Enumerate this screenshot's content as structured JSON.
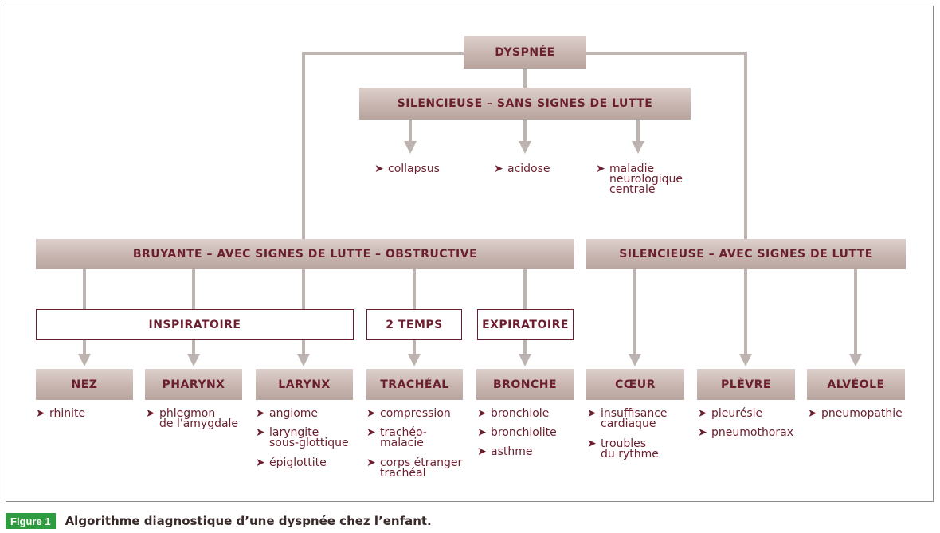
{
  "nodes": {
    "root": "DYSPNÉE",
    "silent_no_effort": "SILENCIEUSE – SANS SIGNES DE LUTTE",
    "noisy": "BRUYANTE – AVEC SIGNES DE LUTTE – OBSTRUCTIVE",
    "silent_effort": "SILENCIEUSE – AVEC SIGNES DE LUTTE",
    "inspiratory": "INSPIRATOIRE",
    "biphasic": "2 TEMPS",
    "expiratory": "EXPIRATOIRE",
    "nose": "NEZ",
    "pharynx": "PHARYNX",
    "larynx": "LARYNX",
    "tracheal": "TRACHÉAL",
    "bronchus": "BRONCHE",
    "heart": "CŒUR",
    "pleura": "PLÈVRE",
    "alveolus": "ALVÉOLE"
  },
  "items": {
    "silent_no_effort": [
      "collapsus",
      "acidose",
      "maladie\nneurologique\ncentrale"
    ],
    "nose": [
      "rhinite"
    ],
    "pharynx": [
      "phlegmon\nde l'amygdale"
    ],
    "larynx": [
      "angiome",
      "laryngite\nsous-glottique",
      "épiglottite"
    ],
    "tracheal": [
      "compression",
      "trachéo-\nmalacie",
      "corps étranger\ntrachéal"
    ],
    "bronchus": [
      "bronchiole",
      "bronchiolite",
      "asthme"
    ],
    "heart": [
      "insuffisance\ncardiaque",
      "troubles\ndu rythme"
    ],
    "pleura": [
      "pleurésie",
      "pneumothorax"
    ],
    "alveolus": [
      "pneumopathie"
    ]
  },
  "bullet_glyph": "➤",
  "caption": {
    "label": "Figure 1",
    "text": "Algorithme diagnostique d’une dyspnée chez l’enfant."
  },
  "colors": {
    "text": "#6b1e2e",
    "connector": "#bdb3b1",
    "figure_label": "#2e9b3e"
  }
}
